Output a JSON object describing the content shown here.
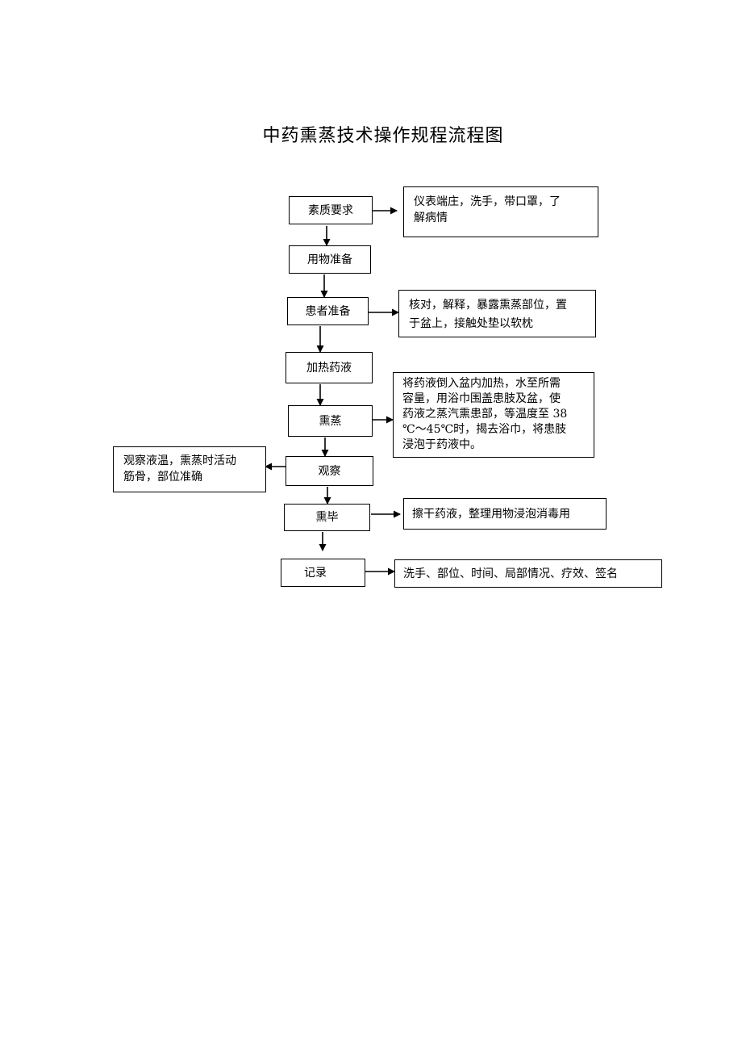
{
  "title": "中药熏蒸技术操作规程流程图",
  "steps": [
    {
      "label": "素质要求"
    },
    {
      "label": "用物准备"
    },
    {
      "label": "患者准备"
    },
    {
      "label": "加热药液"
    },
    {
      "label": "熏蒸"
    },
    {
      "label": "观察"
    },
    {
      "label": "熏毕"
    },
    {
      "label": "记录"
    }
  ],
  "notes": {
    "quality": "仪表端庄，洗手，带口罩，了\n解病情",
    "patient": "核对，解释，暴露熏蒸部位，置\n于盆上，接触处垫以软枕",
    "fumigation": "将药液倒入盆内加热，水至所需\n容量，用浴巾围盖患肢及盆，使\n药液之蒸汽熏患部，等温度至 38\n℃～45℃时，揭去浴巾，将患肢\n浸泡于药液中。",
    "observe": "观察液温，熏蒸时活动\n筋骨，部位准确",
    "finish": "擦干药液，整理用物浸泡消毒用",
    "record": "洗手、部位、时间、局部情况、疗效、签名"
  }
}
